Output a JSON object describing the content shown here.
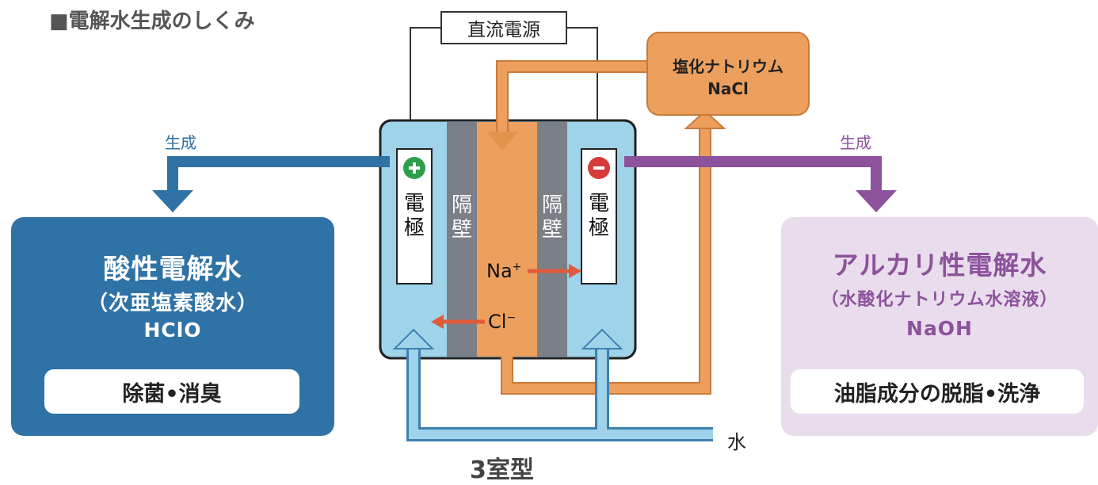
{
  "heading": "■電解水生成のしくみ",
  "power_supply": "直流電源",
  "salt": {
    "line1": "塩化ナトリウム",
    "line2": "NaCl"
  },
  "produce_left": "生成",
  "produce_right": "生成",
  "electrode_left": "電極",
  "electrode_right": "電極",
  "wall_left": "隔壁",
  "wall_right": "隔壁",
  "ions": {
    "na": "Na",
    "na_sign": "+",
    "cl": "Cl",
    "cl_sign": "−"
  },
  "acid": {
    "name": "酸性電解水",
    "sub": "（次亜塩素酸水）",
    "formula": "HClO",
    "use": "除菌•消臭"
  },
  "alkaline": {
    "name": "アルカリ性電解水",
    "sub": "（水酸化ナトリウム水溶液）",
    "formula": "NaOH",
    "use": "油脂成分の脱脂•洗浄"
  },
  "water": "水",
  "cell_type": "3室型",
  "colors": {
    "acid": "#2f72a6",
    "alkaline": "#8c529c",
    "alkaline_bg": "#e9dced",
    "water": "#9fd3ea",
    "salt": "#eda05e",
    "wall": "#7b7f87",
    "ion_arrow": "#e05a3c"
  }
}
